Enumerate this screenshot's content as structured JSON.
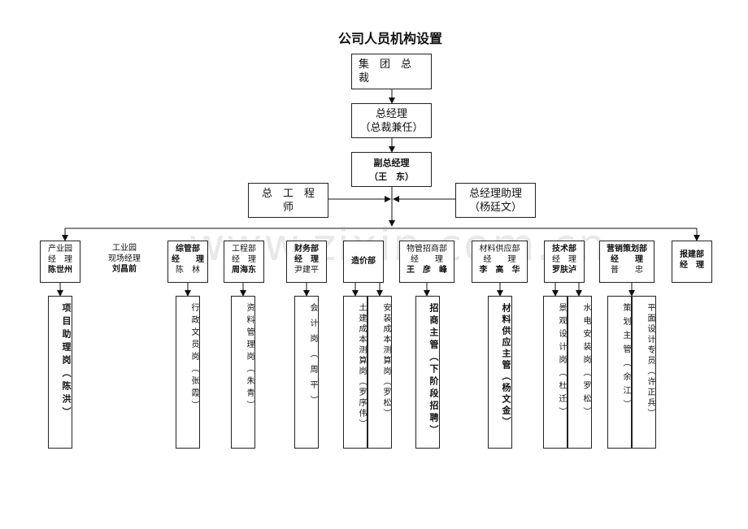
{
  "title": "公司人员机构设置",
  "watermark": "www.zixin.com.cn",
  "top": {
    "president": [
      "集　团　总",
      "裁"
    ],
    "gm": [
      "总经理",
      "（总裁兼任）"
    ],
    "vgm": [
      "副总经理",
      "（王　东）"
    ],
    "chief_engineer": [
      "总　工　程",
      "师"
    ],
    "gm_assistant": [
      "总经理助理",
      "（杨廷文）"
    ]
  },
  "departments": [
    {
      "lines": [
        "产业园",
        "经　理",
        "陈世州"
      ]
    },
    {
      "lines": [
        "工业园",
        "现场经理",
        "刘昌前"
      ]
    },
    {
      "lines": [
        "综管部",
        "经　　理",
        "陈　林"
      ]
    },
    {
      "lines": [
        "工程部",
        "经　理",
        "周海东"
      ]
    },
    {
      "lines": [
        "财务部",
        "经　理",
        "尹建平"
      ]
    },
    {
      "lines": [
        "造价部"
      ]
    },
    {
      "lines": [
        "物管招商部",
        "经　　理",
        "王　彦　峰"
      ]
    },
    {
      "lines": [
        "材料供应部",
        "经　　理",
        "李　高　华"
      ]
    },
    {
      "lines": [
        "技术部",
        "经　理",
        "罗肤泸"
      ]
    },
    {
      "lines": [
        "营销策划部",
        "经　　理",
        "普　　忠"
      ]
    },
    {
      "lines": [
        "报建部",
        "经　理"
      ]
    }
  ],
  "positions": [
    "项目助理岗（陈洪）",
    "行政文员岗（张霞）",
    "资料管理岗（朱青）",
    "会计岗（周平）",
    "土建成本测算岗（罗序伟）",
    "安装成本测算岗（罗松）",
    "招商主管（下阶段招聘）",
    "材料供应主管（杨文金）",
    "景观设计岗（杜迁）",
    "水电安装岗（罗松）",
    "策划主管（余江）",
    "平面设计专员（许正兵）"
  ]
}
